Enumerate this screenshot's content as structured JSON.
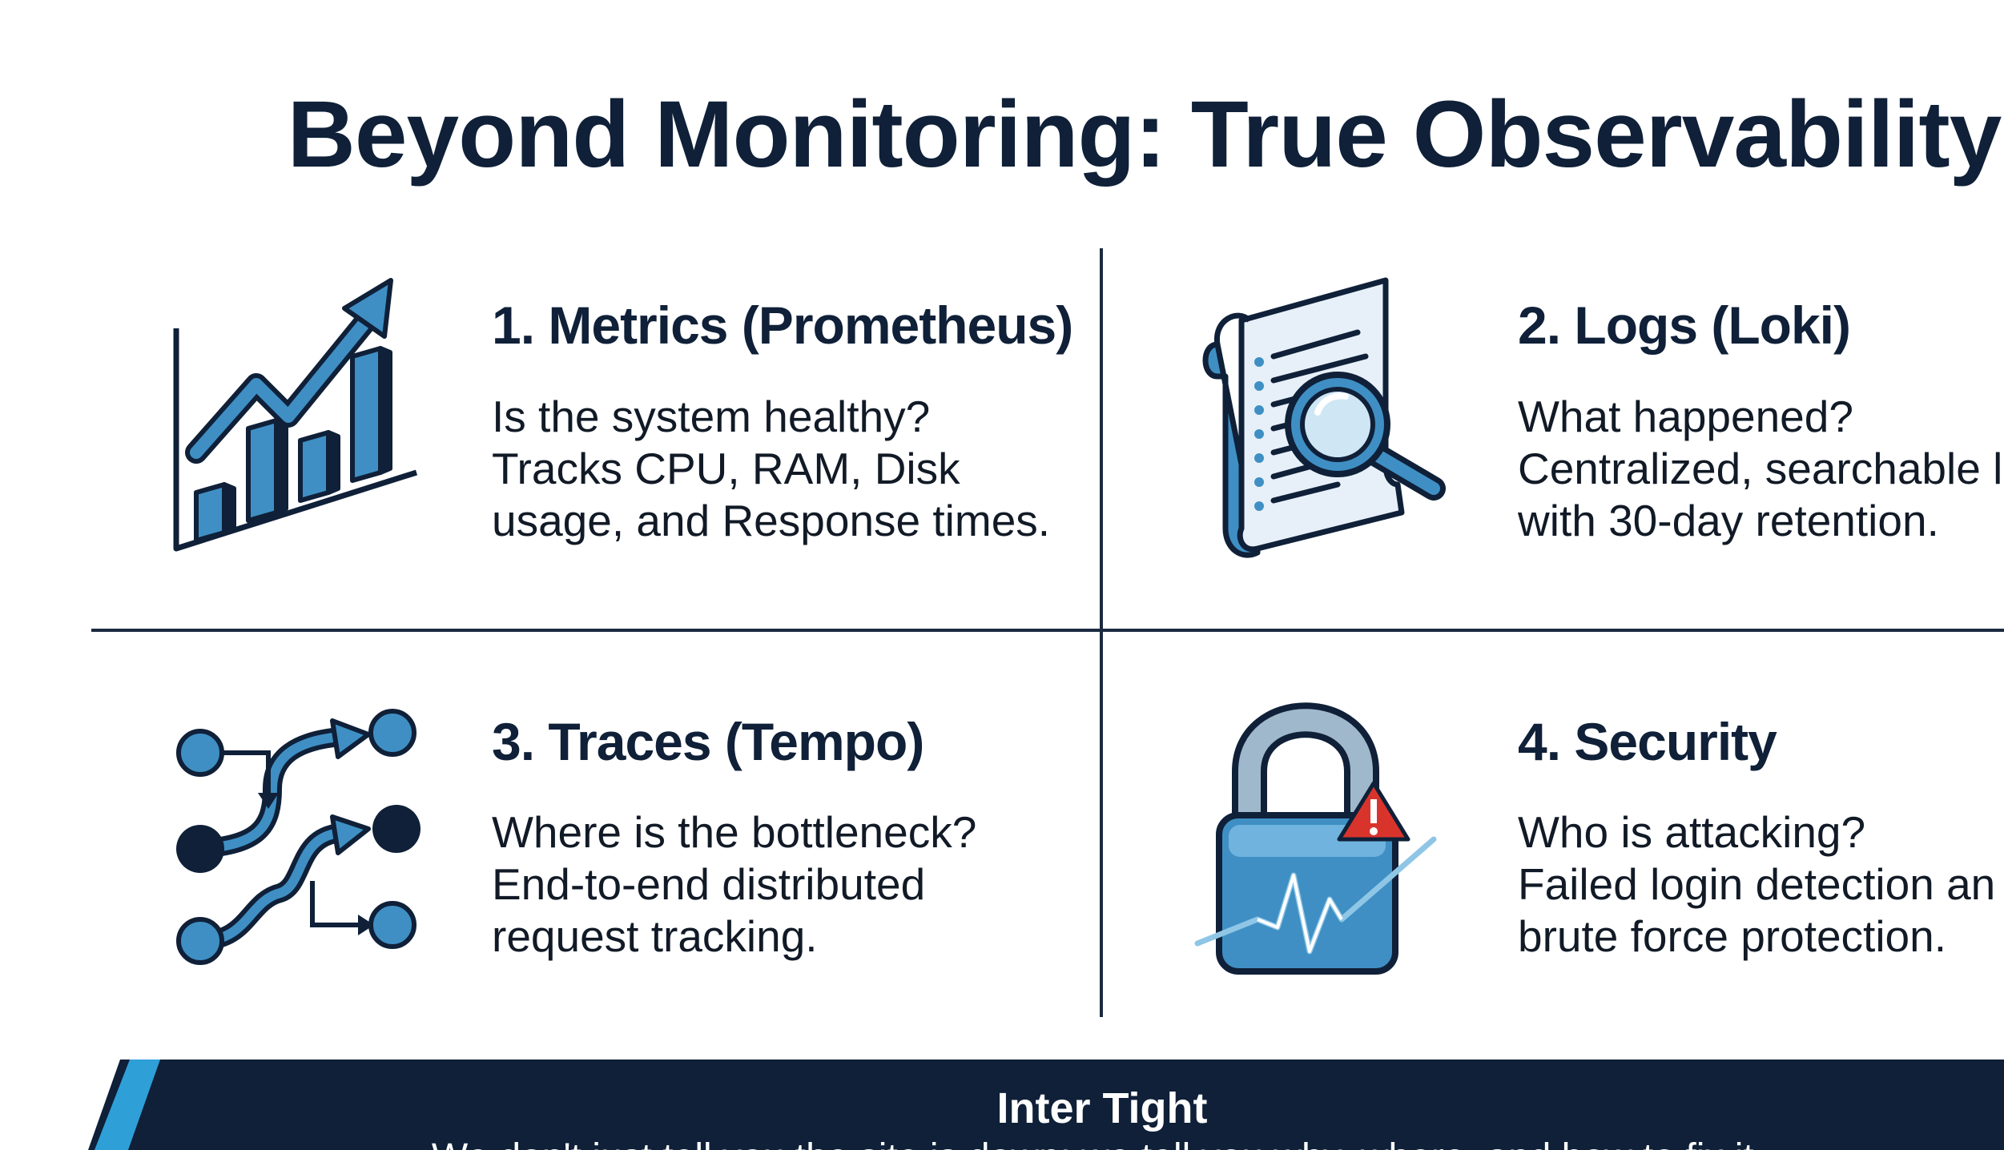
{
  "title": "Beyond Monitoring: True Observability",
  "cards": [
    {
      "heading": "1. Metrics (Prometheus)",
      "lines": [
        "Is the system healthy?",
        "Tracks CPU, RAM, Disk",
        "usage, and Response times."
      ],
      "icon": "bar-chart-trend-icon"
    },
    {
      "heading": "2. Logs (Loki)",
      "lines": [
        "What happened?",
        "Centralized, searchable lo",
        "with 30-day retention."
      ],
      "icon": "log-scroll-magnifier-icon"
    },
    {
      "heading": "3. Traces (Tempo)",
      "lines": [
        "Where is the bottleneck?",
        "End-to-end distributed",
        "request tracking."
      ],
      "icon": "trace-flow-icon"
    },
    {
      "heading": "4. Security",
      "lines": [
        "Who is attacking?",
        "Failed login detection an",
        "brute force protection."
      ],
      "icon": "padlock-alert-icon"
    }
  ],
  "banner": {
    "title": "Inter Tight",
    "subtitle": "We don't just tell you the site is down; we tell you why, where, and how to fix it."
  },
  "colors": {
    "navy": "#0f2038",
    "blue": "#3f8fc4",
    "light_blue": "#8fc6e6",
    "banner_accent": "#2f9fd8",
    "alert_red": "#d9342b"
  }
}
